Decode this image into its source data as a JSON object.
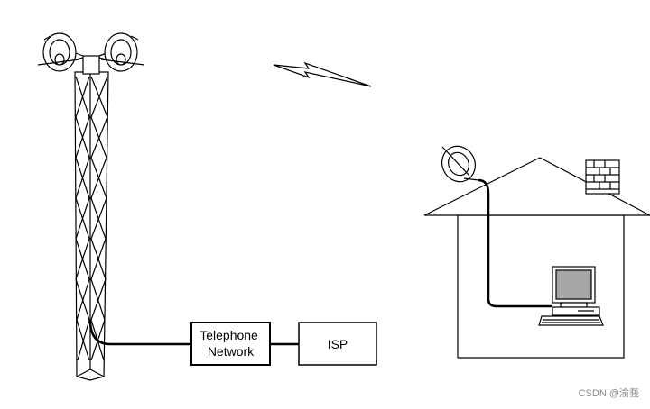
{
  "boxes": {
    "telephone_network": "Telephone\nNetwork",
    "isp": "ISP"
  },
  "watermark": "CSDN @渝莪"
}
